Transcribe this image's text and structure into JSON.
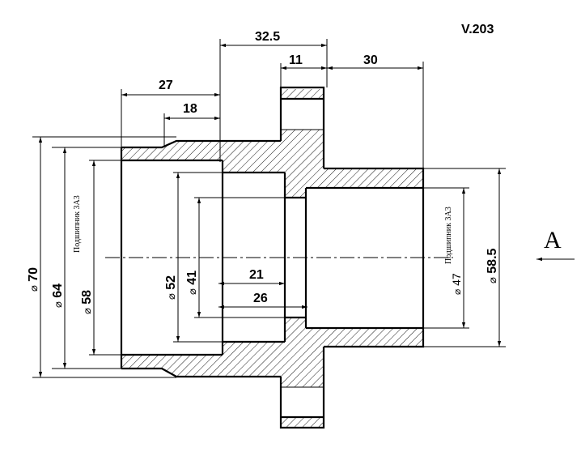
{
  "drawing": {
    "code": "V.203",
    "view_label": "A",
    "bearing_note_left": "Подшипник 3А3",
    "bearing_note_right": "Подшипник 3А3"
  },
  "dimensions": {
    "d70": "70",
    "d64": "64",
    "d58": "58",
    "d52": "52",
    "d41": "41",
    "d47": "47",
    "d58_5": "58.5",
    "l32_5": "32.5",
    "l11": "11",
    "l30": "30",
    "l27": "27",
    "l18": "18",
    "l21": "21",
    "l26": "26",
    "diameter_sign": "⌀"
  }
}
